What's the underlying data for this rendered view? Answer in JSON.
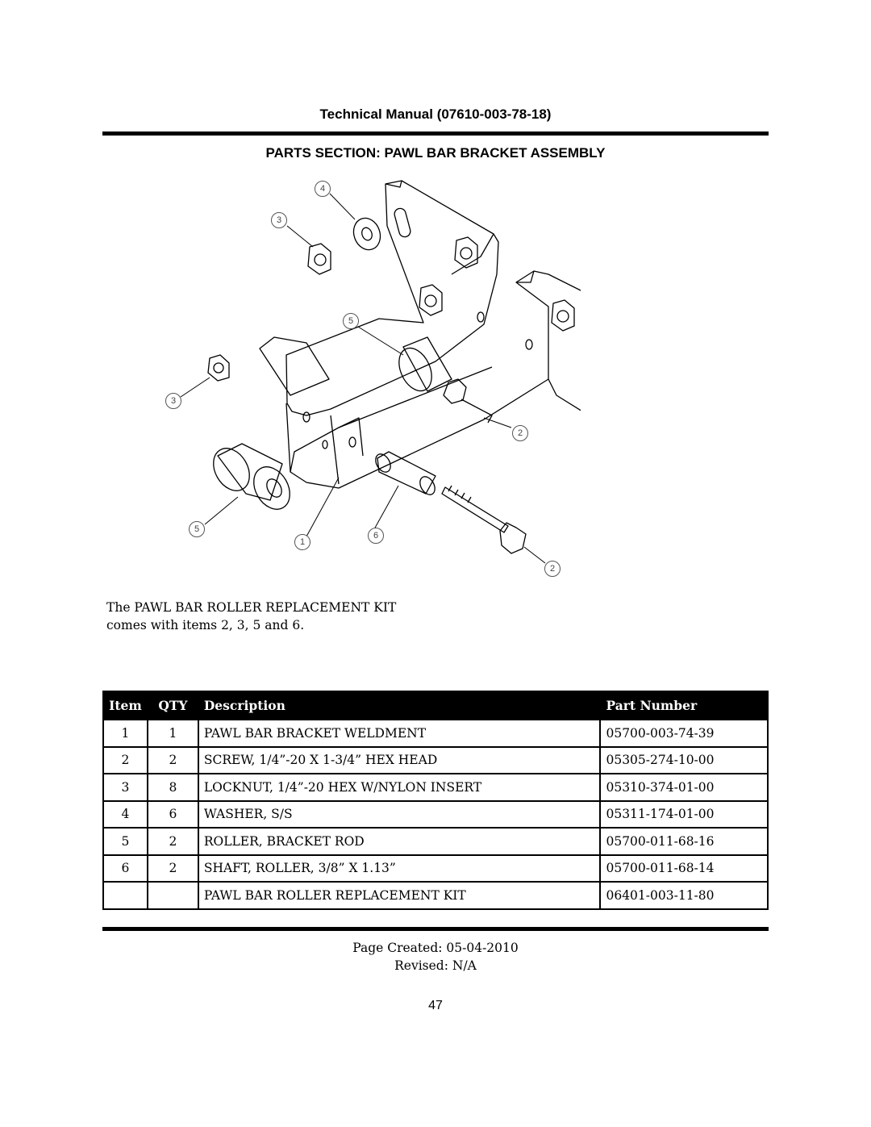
{
  "header": {
    "title": "Technical Manual (07610-003-78-18)",
    "section": "PARTS SECTION: PAWL BAR BRACKET ASSEMBLY"
  },
  "drawing": {
    "callouts": [
      "4",
      "3",
      "5",
      "3",
      "2",
      "5",
      "1",
      "6",
      "2"
    ]
  },
  "note": {
    "line1": "The PAWL BAR ROLLER REPLACEMENT KIT",
    "line2": "comes with items 2, 3, 5 and 6."
  },
  "table": {
    "headers": {
      "item": "Item",
      "qty": "QTY",
      "description": "Description",
      "part_number": "Part Number"
    },
    "rows": [
      {
        "item": "1",
        "qty": "1",
        "description": "PAWL BAR BRACKET WELDMENT",
        "part_number": "05700-003-74-39"
      },
      {
        "item": "2",
        "qty": "2",
        "description": "SCREW, 1/4”-20 X 1-3/4” HEX HEAD",
        "part_number": "05305-274-10-00"
      },
      {
        "item": "3",
        "qty": "8",
        "description": "LOCKNUT, 1/4”-20 HEX W/NYLON INSERT",
        "part_number": "05310-374-01-00"
      },
      {
        "item": "4",
        "qty": "6",
        "description": "WASHER, S/S",
        "part_number": "05311-174-01-00"
      },
      {
        "item": "5",
        "qty": "2",
        "description": "ROLLER, BRACKET ROD",
        "part_number": "05700-011-68-16"
      },
      {
        "item": "6",
        "qty": "2",
        "description": "SHAFT, ROLLER, 3/8” X 1.13”",
        "part_number": "05700-011-68-14"
      },
      {
        "item": "",
        "qty": "",
        "description": "PAWL BAR ROLLER REPLACEMENT KIT",
        "part_number": "06401-003-11-80"
      }
    ]
  },
  "footer": {
    "created": "Page Created: 05-04-2010",
    "revised": "Revised: N/A",
    "page_number": "47"
  }
}
